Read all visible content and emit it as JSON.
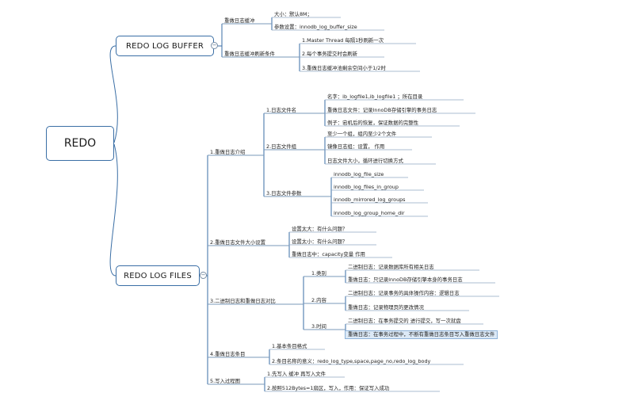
{
  "root": {
    "label": "REDO"
  },
  "buffer": {
    "label": "REDO LOG BUFFER",
    "groups": [
      {
        "label": "重做日志缓冲",
        "items": [
          "大小：默认8M；",
          "参数设置：innodb_log_buffer_size"
        ]
      },
      {
        "label": "重做日志缓冲刷新条件",
        "items": [
          "1.Master Thread 每隔1秒刷新一次",
          "2.每个事务提交时会刷新",
          "3.重做日志缓冲池剩余空间小于1/2时"
        ]
      }
    ]
  },
  "files": {
    "label": "REDO LOG FILES",
    "sections": [
      {
        "label": "1.重做日志介绍",
        "subs": [
          {
            "label": "1.日志文件名",
            "items": [
              "名字：ib_logfile1,ib_logfile1 ；所在目录",
              "重做日志文件：记录InnoDB存储引擎的事务日志",
              "例子：宕机后的恢复，保证数据的完整性"
            ]
          },
          {
            "label": "2.日志文件组",
            "items": [
              "至少一个组，组内至少2个文件",
              "镜像日志组：设置，  作用",
              "日志文件大小，循环进行切换方式"
            ]
          },
          {
            "label": "3.日志文件参数",
            "items": [
              "innodb_log_file_size",
              "innodb_log_files_in_group",
              "innodb_mirrored_log_groups",
              "innodb_log_group_home_dir"
            ]
          }
        ]
      },
      {
        "label": "2.重做日志文件大小设置",
        "items": [
          "设置太大：有什么问题？",
          "设置太小：有什么问题？",
          "重做日志中：capacity变量 作用"
        ]
      },
      {
        "label": "3.二进制日志和重做日志对比",
        "subs": [
          {
            "label": "1.类别",
            "items": [
              "二进制日志：记录数据库所有相关日志",
              "重做日志：只记录InnoDB存储引擎本身的事务日志"
            ]
          },
          {
            "label": "2.内容",
            "items": [
              "二进制日志：记录事务的具体操作内容：逻辑日志",
              "重做日志：记录物理页的更改情况"
            ]
          },
          {
            "label": "3.时间",
            "items": [
              "二进制日志：在事务提交的 进行提交，写一次就盘",
              "重做日志：在事务过程中，不断有重做日志条目写入重做日志文件"
            ]
          }
        ]
      },
      {
        "label": "4.重做日志条目",
        "items": [
          "1.基本条目格式",
          "2.条目名称的意义：redo_log_type,space,page_no,redo_log_body"
        ]
      },
      {
        "label": "5.写入过程图",
        "items": [
          "1.先写入 缓冲 再写入文件",
          "2.按照512Bytes=1扇区，写入，作用：保证写入成功"
        ]
      }
    ]
  }
}
